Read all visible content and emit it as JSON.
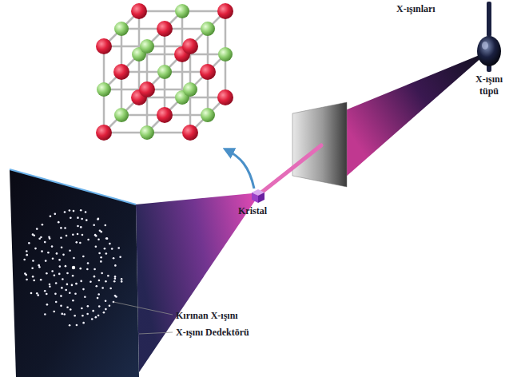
{
  "diagram": {
    "labels": [
      "X-ışınları",
      "X-ışını tüpü",
      "Kristal",
      "Kırınan X-ışını",
      "X-ışını Dedektörü"
    ]
  }
}
